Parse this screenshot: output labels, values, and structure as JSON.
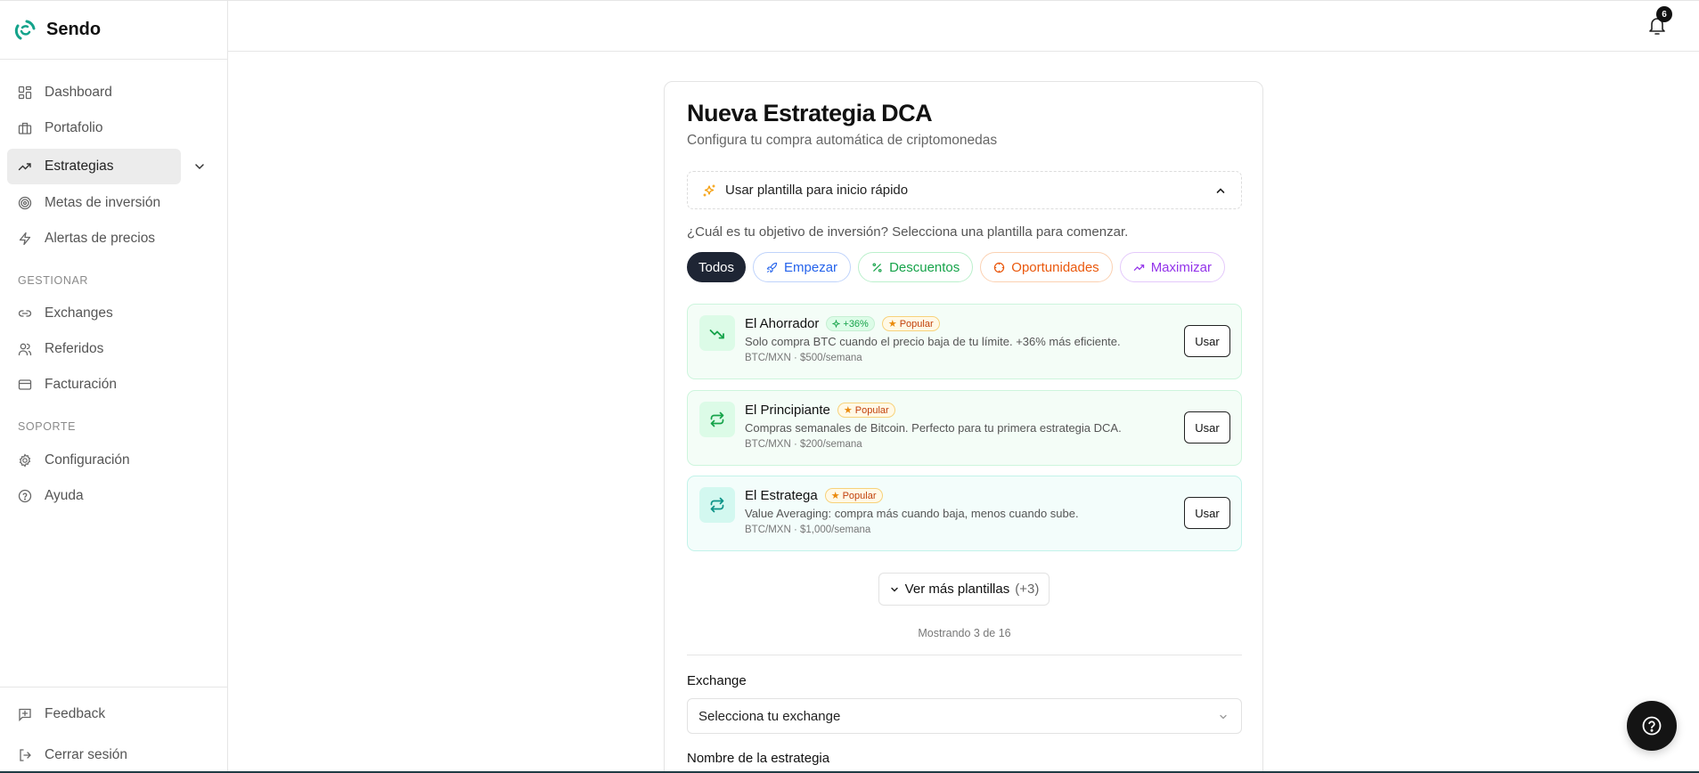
{
  "app": {
    "brand": "Sendo"
  },
  "sidebar": {
    "items": [
      {
        "label": "Dashboard",
        "icon": "dashboard-grid-icon"
      },
      {
        "label": "Portafolio",
        "icon": "briefcase-icon"
      },
      {
        "label": "Estrategias",
        "icon": "trending-up-icon",
        "active": true,
        "expandable": true
      },
      {
        "label": "Metas de inversión",
        "icon": "target-icon"
      },
      {
        "label": "Alertas de precios",
        "icon": "zap-icon"
      }
    ],
    "sections": [
      {
        "title": "GESTIONAR",
        "items": [
          {
            "label": "Exchanges",
            "icon": "link-icon"
          },
          {
            "label": "Referidos",
            "icon": "users-icon"
          },
          {
            "label": "Facturación",
            "icon": "credit-card-icon"
          }
        ]
      },
      {
        "title": "SOPORTE",
        "items": [
          {
            "label": "Configuración",
            "icon": "gear-icon"
          },
          {
            "label": "Ayuda",
            "icon": "help-circle-icon"
          }
        ]
      }
    ],
    "footer": [
      {
        "label": "Feedback",
        "icon": "message-plus-icon"
      },
      {
        "label": "Cerrar sesión",
        "icon": "logout-icon"
      }
    ]
  },
  "header": {
    "notifications_count": "6"
  },
  "main": {
    "title": "Nueva Estrategia DCA",
    "subtitle": "Configura tu compra automática de criptomonedas",
    "template_toggle": "Usar plantilla para inicio rápido",
    "question": "¿Cuál es tu objetivo de inversión? Selecciona una plantilla para comenzar.",
    "filters": [
      {
        "label": "Todos",
        "selected": true
      },
      {
        "label": "Empezar",
        "icon": "rocket-icon",
        "color": "#2563eb"
      },
      {
        "label": "Descuentos",
        "icon": "percent-icon",
        "color": "#16a34a"
      },
      {
        "label": "Oportunidades",
        "icon": "crosshair-icon",
        "color": "#ea580c"
      },
      {
        "label": "Maximizar",
        "icon": "trending-up-icon",
        "color": "#9333ea"
      }
    ],
    "templates": [
      {
        "name": "El Ahorrador",
        "gain_badge": "+36%",
        "popular": "Popular",
        "description": "Solo compra BTC cuando el precio baja de tu límite. +36% más eficiente.",
        "pair": "BTC/MXN",
        "amount": "$500/semana",
        "icon": "trending-down-icon",
        "button": "Usar"
      },
      {
        "name": "El Principiante",
        "popular": "Popular",
        "description": "Compras semanales de Bitcoin. Perfecto para tu primera estrategia DCA.",
        "pair": "BTC/MXN",
        "amount": "$200/semana",
        "icon": "repeat-icon",
        "button": "Usar"
      },
      {
        "name": "El Estratega",
        "popular": "Popular",
        "description": "Value Averaging: compra más cuando baja, menos cuando sube.",
        "pair": "BTC/MXN",
        "amount": "$1,000/semana",
        "icon": "repeat-icon",
        "button": "Usar"
      }
    ],
    "more_button": {
      "label": "Ver más plantillas",
      "count": "(+3)"
    },
    "showing": "Mostrando 3 de 16",
    "exchange": {
      "label": "Exchange",
      "placeholder": "Selecciona tu exchange"
    },
    "strategy_name": {
      "label": "Nombre de la estrategia"
    }
  }
}
